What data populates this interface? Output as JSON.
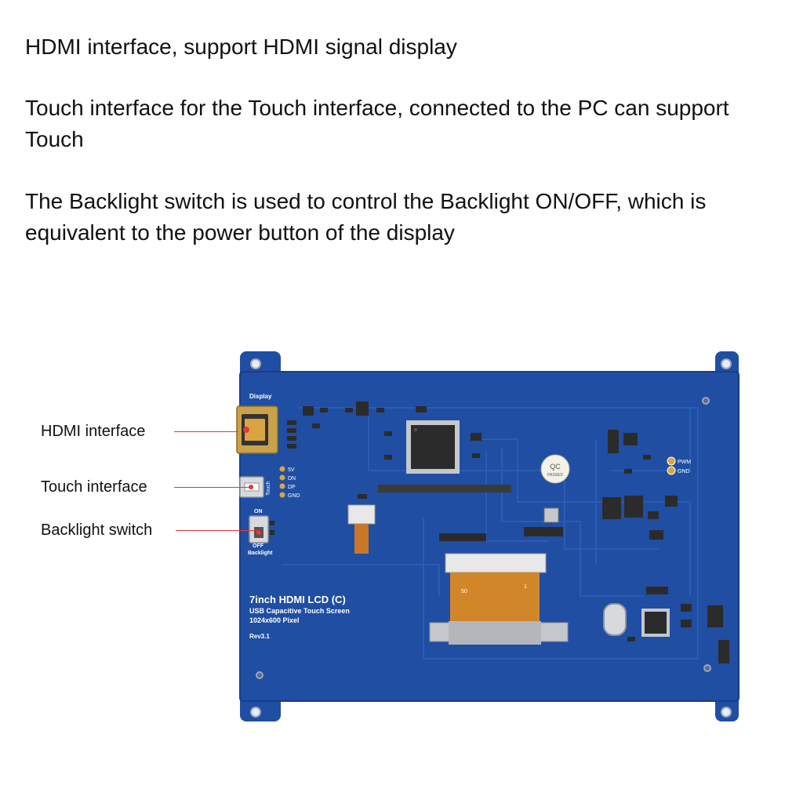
{
  "descriptions": [
    "HDMI interface, support HDMI signal display",
    "Touch interface for the Touch interface, connected to the PC can support Touch",
    "The Backlight switch is used to control the Backlight ON/OFF, which is equivalent to the power button of the display"
  ],
  "callouts": {
    "hdmi": "HDMI interface",
    "touch": "Touch interface",
    "backlight": "Backlight switch"
  },
  "board": {
    "display_label": "Display",
    "touch_label": "Touch",
    "pins": [
      "5V",
      "DN",
      "DP",
      "GND"
    ],
    "switch_on": "ON",
    "switch_off": "OFF",
    "backlight_label": "Backlight",
    "title": "7inch HDMI LCD (C)",
    "subtitle": "USB Capacitive Touch Screen",
    "resolution": "1024x600 Pixel",
    "revision": "Rev3.1",
    "qc_top": "QC",
    "qc_bottom": "PASSED",
    "pwm_label": "PWM",
    "gnd_label": "GND",
    "fpc_left": "50",
    "fpc_right": "1"
  },
  "colors": {
    "pcb": "#1f4ea3",
    "pcb_dark": "#173f88",
    "trace": "#2a5cb4",
    "gold": "#d9a441",
    "silver": "#c4c7cc",
    "fpc": "#d2862a",
    "leader": "#e53935"
  }
}
